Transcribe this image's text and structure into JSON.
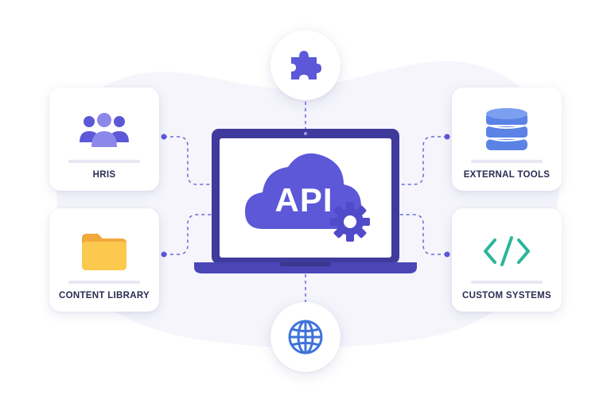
{
  "diagram": {
    "center": {
      "screen_text": "API",
      "device": "laptop-icon",
      "badges": [
        "cloud-icon",
        "gear-icon"
      ]
    },
    "top_node": {
      "icon": "puzzle-icon"
    },
    "bottom_node": {
      "icon": "globe-icon"
    },
    "cards": [
      {
        "label": "HRIS",
        "icon": "people-icon"
      },
      {
        "label": "CONTENT LIBRARY",
        "icon": "folder-icon"
      },
      {
        "label": "EXTERNAL TOOLS",
        "icon": "database-icon"
      },
      {
        "label": "CUSTOM SYSTEMS",
        "icon": "code-icon"
      }
    ],
    "colors": {
      "primary": "#5c58d8",
      "primary_dark": "#4a46b8",
      "folder": "#fbc94e",
      "code": "#2bb59a",
      "globe": "#3f73d9",
      "database": "#5b83e6",
      "background_blob": "#f4f4fb"
    }
  }
}
